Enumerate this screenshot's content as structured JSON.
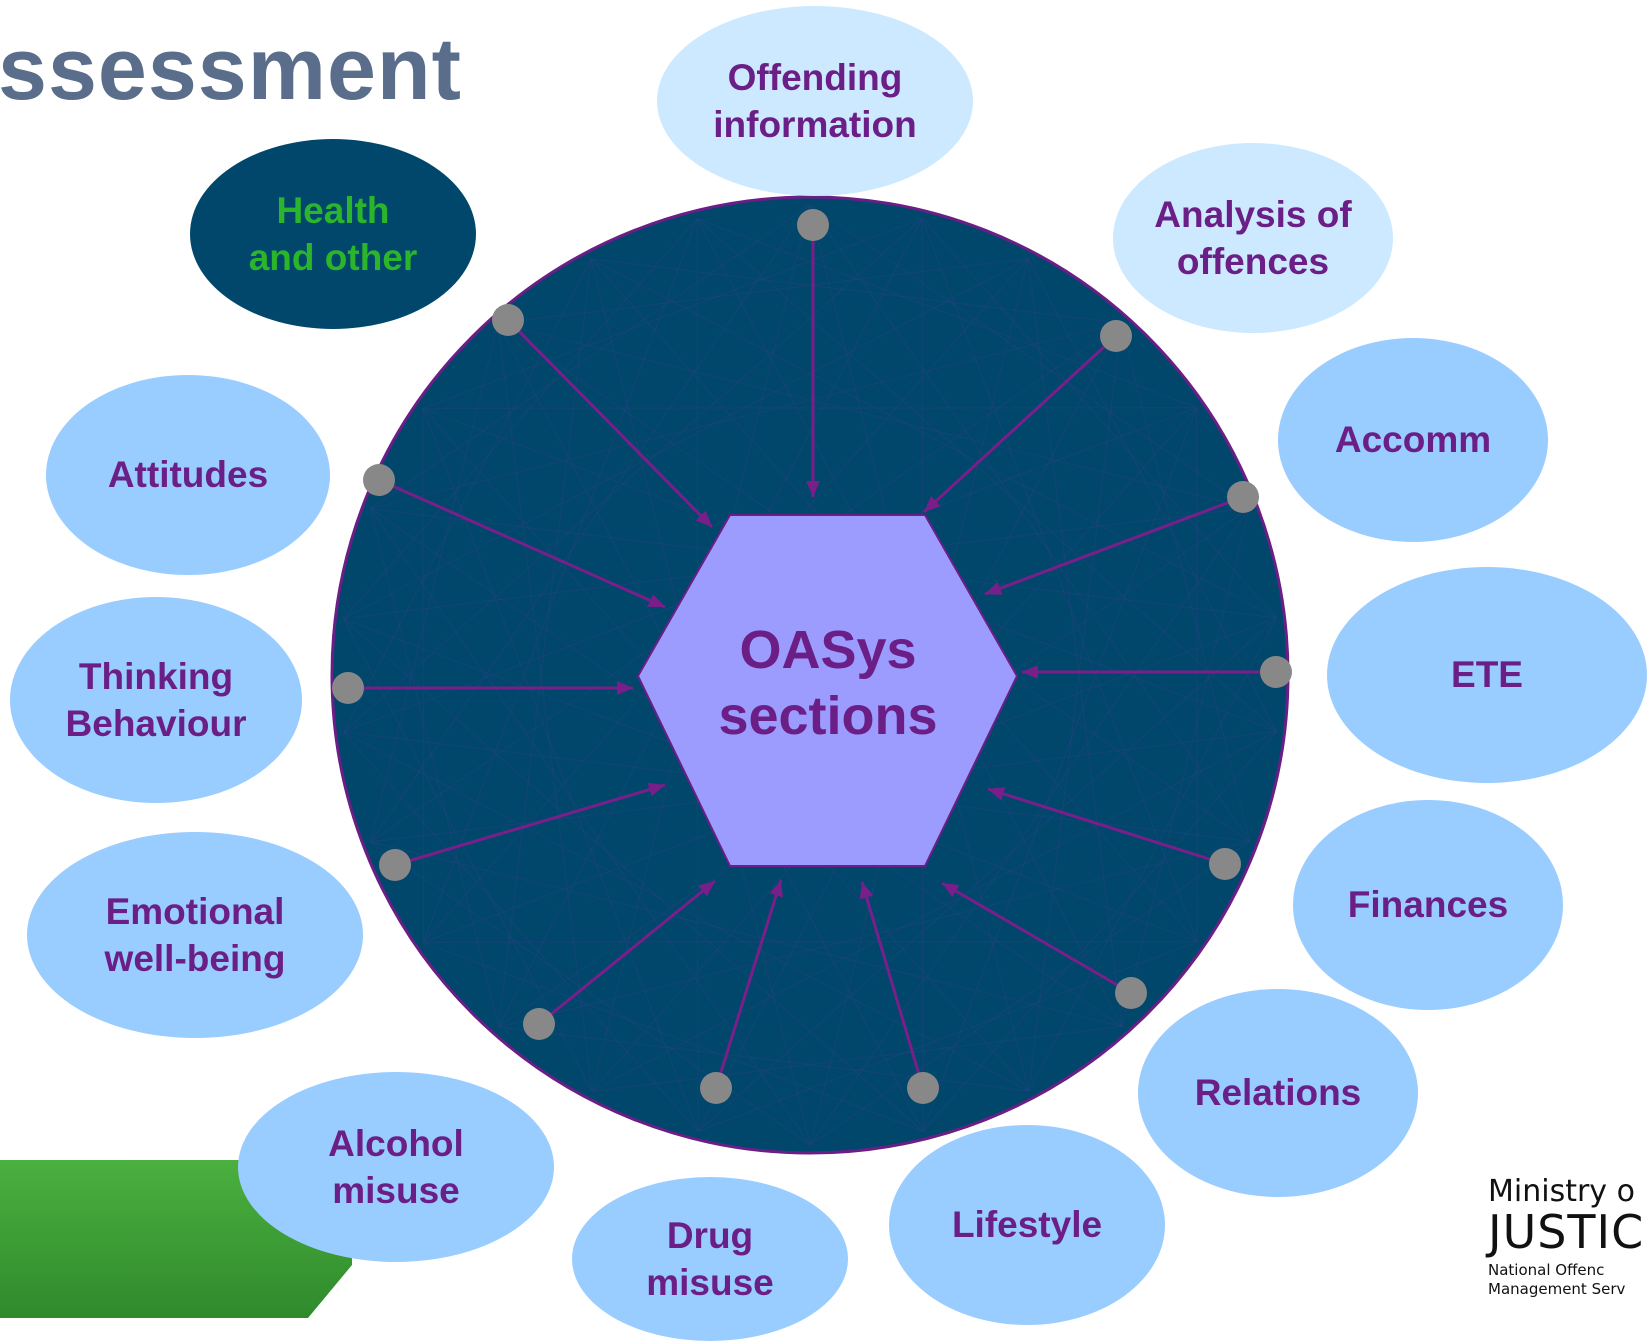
{
  "page": {
    "title": "ssessment"
  },
  "center": {
    "line1": "OASys",
    "line2": "sections"
  },
  "sections": [
    {
      "id": "offending-information",
      "line1": "Offending",
      "line2": "information"
    },
    {
      "id": "analysis-of-offences",
      "line1": "Analysis of",
      "line2": "offences"
    },
    {
      "id": "accomm",
      "line1": "Accomm",
      "line2": ""
    },
    {
      "id": "ete",
      "line1": "ETE",
      "line2": ""
    },
    {
      "id": "finances",
      "line1": "Finances",
      "line2": ""
    },
    {
      "id": "relations",
      "line1": "Relations",
      "line2": ""
    },
    {
      "id": "lifestyle",
      "line1": "Lifestyle",
      "line2": ""
    },
    {
      "id": "drug-misuse",
      "line1": "Drug",
      "line2": "misuse"
    },
    {
      "id": "alcohol-misuse",
      "line1": "Alcohol",
      "line2": "misuse"
    },
    {
      "id": "emotional-well-being",
      "line1": "Emotional",
      "line2": "well-being"
    },
    {
      "id": "thinking-behaviour",
      "line1": "Thinking",
      "line2": "Behaviour"
    },
    {
      "id": "attitudes",
      "line1": "Attitudes",
      "line2": ""
    },
    {
      "id": "health-and-other",
      "line1": "Health",
      "line2": "and other"
    }
  ],
  "logo": {
    "line1": "Ministry o",
    "line2": "JUSTIC",
    "line3": "National Offenc",
    "line4": "Management Serv"
  },
  "colors": {
    "circle": "#01476b",
    "hexagon": "#9b9cfd",
    "bubble": "#99ccff",
    "bubble_light": "#cce9ff",
    "bubble_dark": "#01476b",
    "arrow": "#7a1f8a",
    "node": "#888888",
    "label": "#6b1e86",
    "health_label": "#2bb52b",
    "title": "#5a6e8c",
    "green_band": "#3a9a34"
  }
}
